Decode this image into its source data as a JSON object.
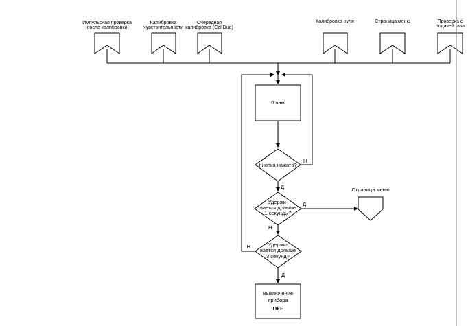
{
  "top_pages": [
    {
      "line1": "Импульсная проверка",
      "line2": "после калибровки"
    },
    {
      "line1": "Калибровка",
      "line2": "чувствительности"
    },
    {
      "line1": "Очередная",
      "line2": "калибровка (Cal Due)"
    },
    {
      "line1": "Калибровка нуля",
      "line2": ""
    },
    {
      "line1": "Страница меню",
      "line2": ""
    },
    {
      "line1": "Проверка с",
      "line2": "подачей газа"
    }
  ],
  "display_box": {
    "text": "0 чнм"
  },
  "decisions": {
    "button_pressed": {
      "text": "Кнопка нажата?",
      "yes": "Д",
      "no": "Н"
    },
    "held_1s": {
      "line1": "Удержи-",
      "line2": "вается дольше",
      "line3": "1 секунды?",
      "yes": "Д",
      "no": "Н"
    },
    "held_3s": {
      "line1": "Удержи-",
      "line2": "вается дольше",
      "line3": "3 секунд?",
      "yes": "Д",
      "no": "Н"
    }
  },
  "menu_page": {
    "text": "Страница меню"
  },
  "off_box": {
    "line1": "Выключение",
    "line2": "прибора",
    "line3": "OFF"
  }
}
